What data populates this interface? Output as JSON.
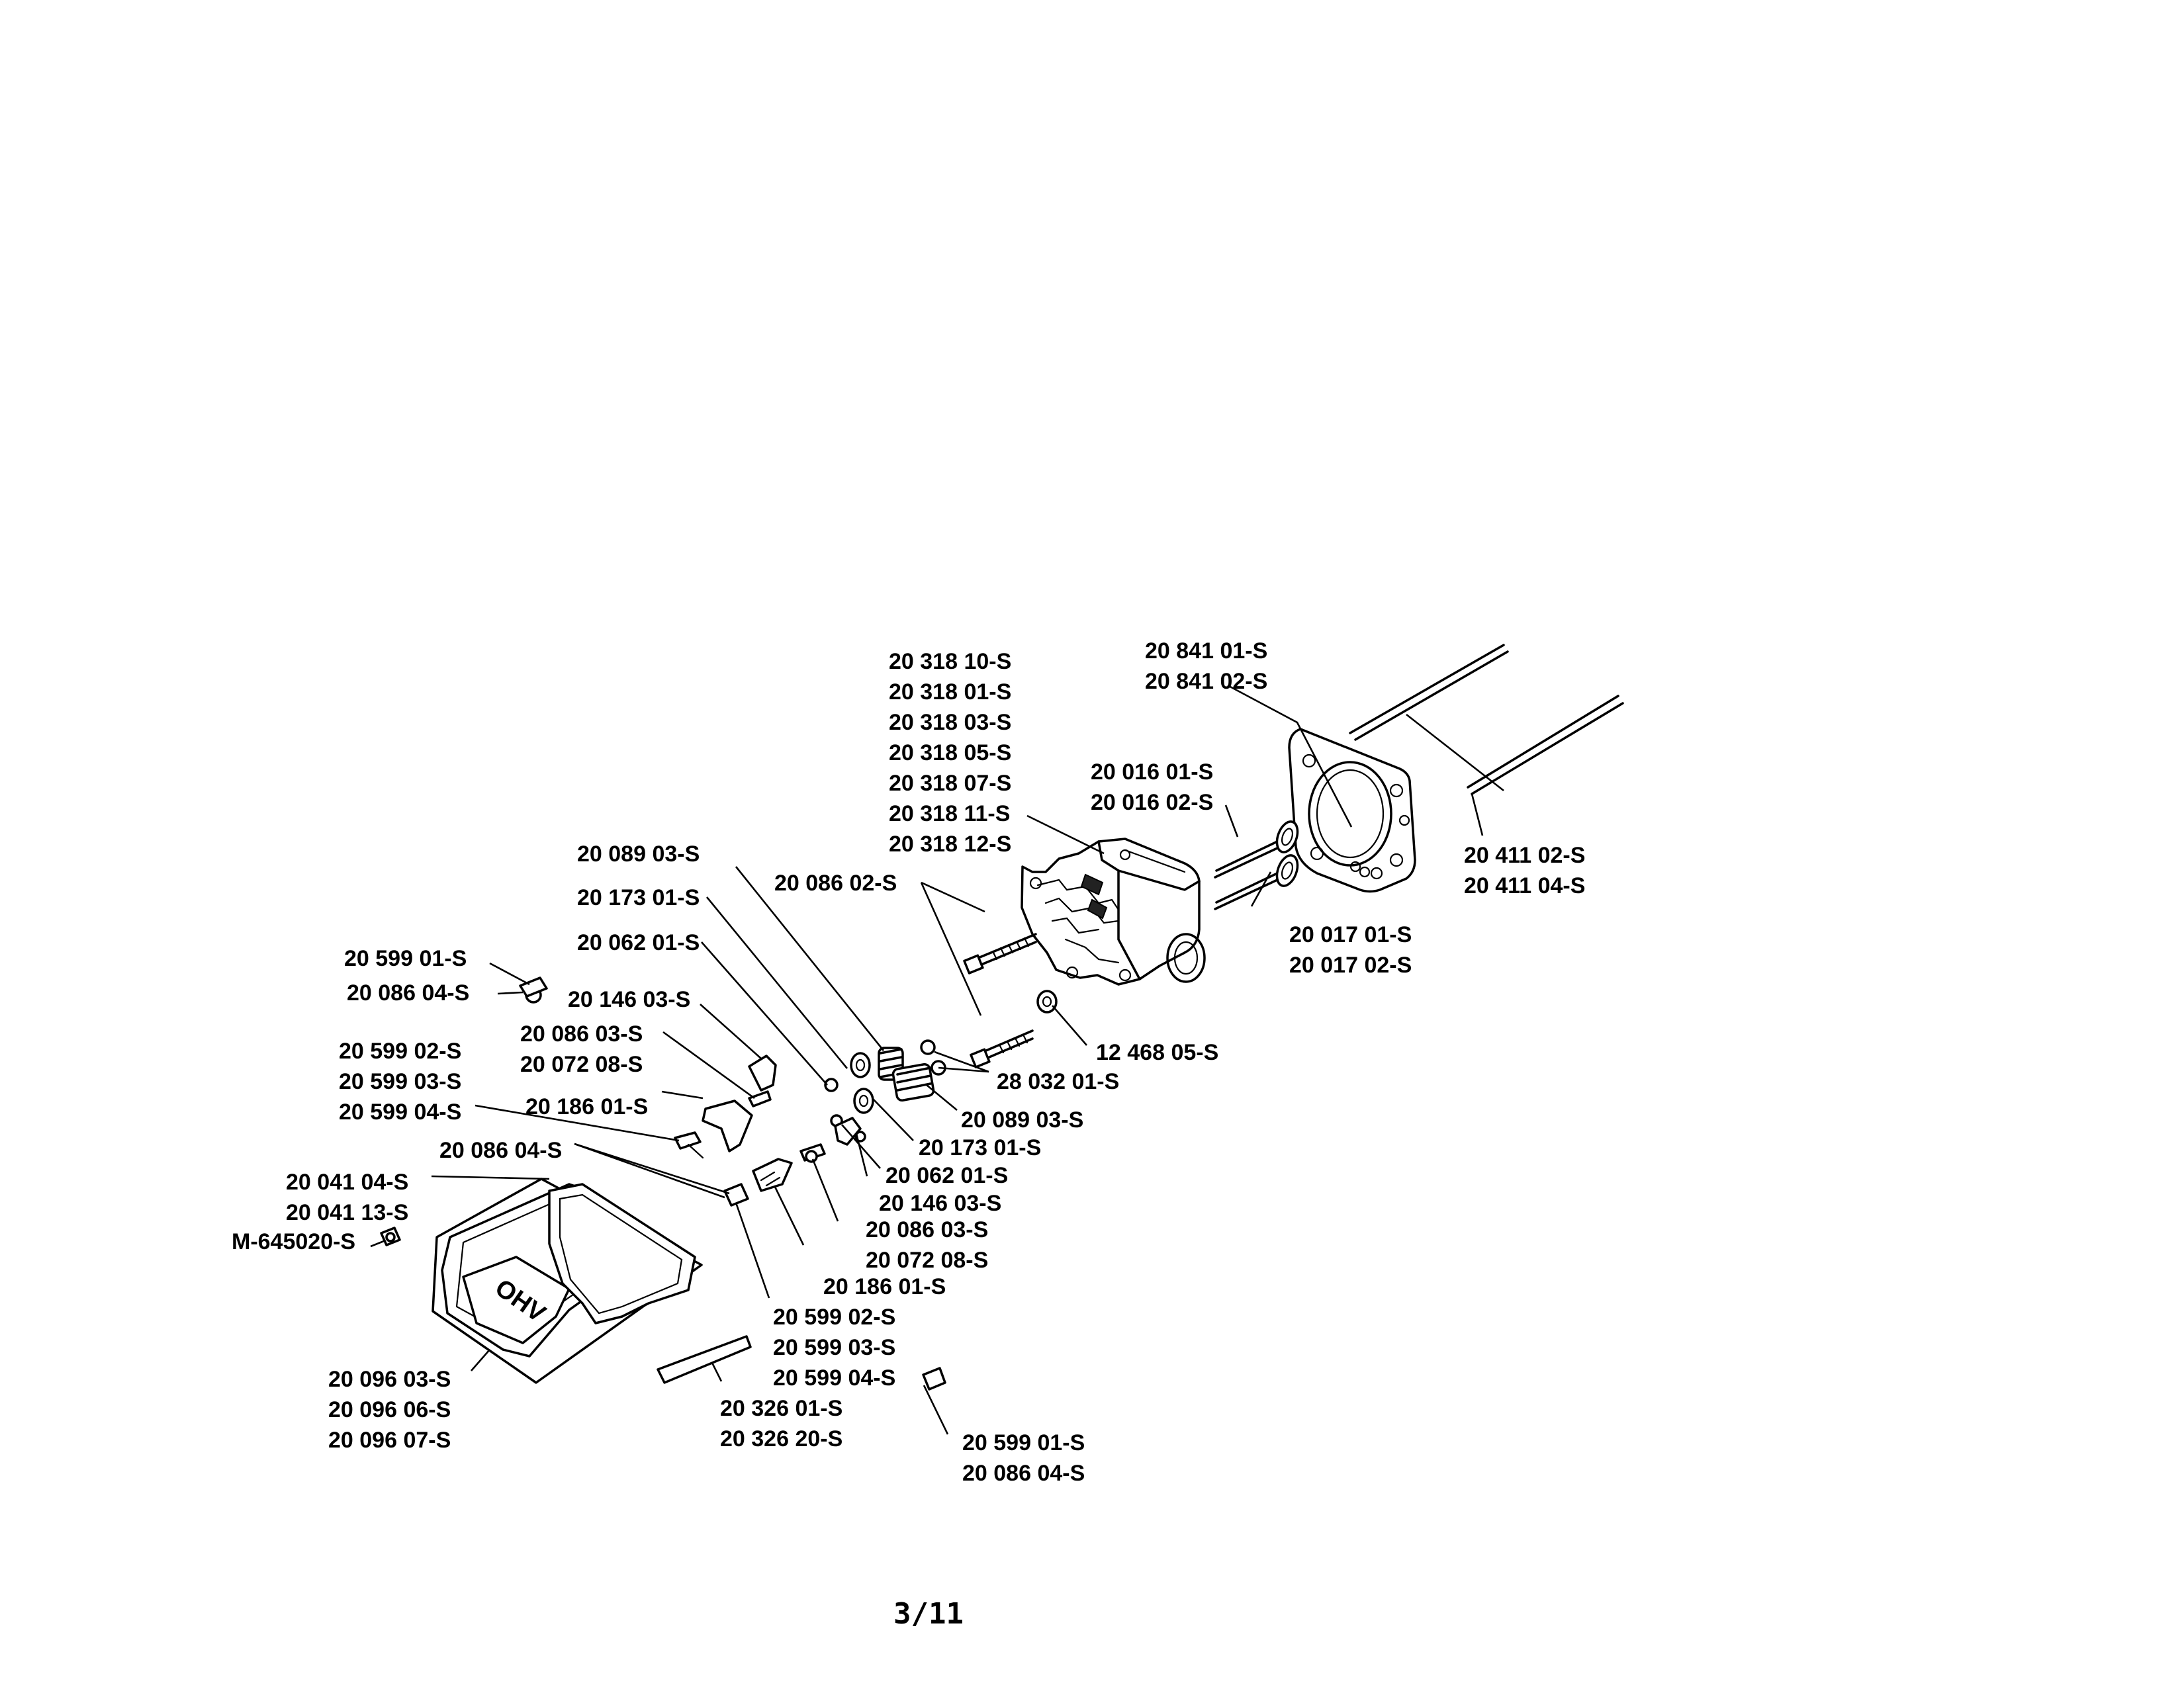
{
  "page_number": "3/11",
  "labels": [
    "20 318 10-S",
    "20 318 01-S",
    "20 318 03-S",
    "20 318 05-S",
    "20 318 07-S",
    "20 318 11-S",
    "20 318 12-S",
    "20 841 01-S",
    "20 841 02-S",
    "20 016 01-S",
    "20 016 02-S",
    "20 411 02-S",
    "20 411 04-S",
    "20 089 03-S",
    "20 173 01-S",
    "20 062 01-S",
    "20 086 02-S",
    "20 599 01-S",
    "20 086 04-S",
    "20 146 03-S",
    "20 017 01-S",
    "20 017 02-S",
    "20 086 03-S",
    "20 072 08-S",
    "20 599 02-S",
    "20 599 03-S",
    "20 599 04-S",
    "20 186 01-S",
    "12 468 05-S",
    "28 032 01-S",
    "20 089 03-S",
    "20 173 01-S",
    "20 086 04-S",
    "20 062 01-S",
    "20 041 04-S",
    "20 041 13-S",
    "M-645020-S",
    "20 146 03-S",
    "20 086 03-S",
    "20 072 08-S",
    "20 186 01-S",
    "20 599 02-S",
    "20 599 03-S",
    "20 599 04-S",
    "20 096 03-S",
    "20 096 06-S",
    "20 096 07-S",
    "20 326 01-S",
    "20 326 20-S",
    "20 599 01-S",
    "20 086 04-S"
  ],
  "cover_emblem": "OHV"
}
